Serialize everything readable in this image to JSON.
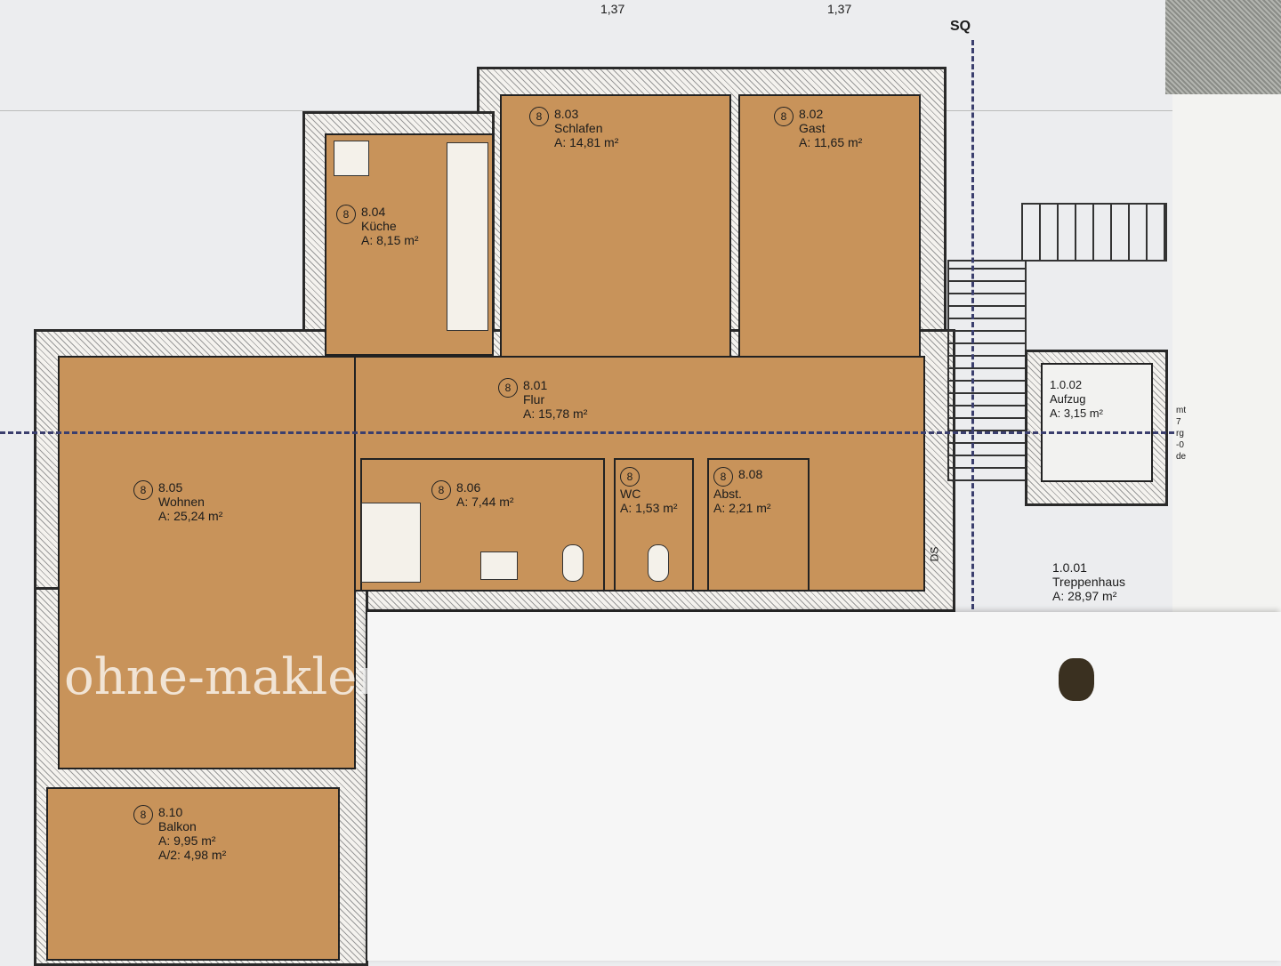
{
  "top_dimensions": [
    "1,37",
    "1,37"
  ],
  "section_marker": "SQ",
  "watermark": "ohne-makler",
  "rooms": [
    {
      "floor": "8",
      "id": "8.03",
      "name": "Schlafen",
      "area": "A: 14,81 m²"
    },
    {
      "floor": "8",
      "id": "8.02",
      "name": "Gast",
      "area": "A: 11,65 m²"
    },
    {
      "floor": "8",
      "id": "8.04",
      "name": "Küche",
      "area": "A: 8,15 m²"
    },
    {
      "floor": "8",
      "id": "8.01",
      "name": "Flur",
      "area": "A: 15,78 m²"
    },
    {
      "floor": "8",
      "id": "8.05",
      "name": "Wohnen",
      "area": "A: 25,24 m²"
    },
    {
      "floor": "8",
      "id": "8.06",
      "name": "",
      "area": "A: 7,44 m²"
    },
    {
      "floor": "8",
      "id": "",
      "name": "WC",
      "area": "A: 1,53 m²"
    },
    {
      "floor": "8",
      "id": "8.08",
      "name": "Abst.",
      "area": "A: 2,21 m²"
    },
    {
      "floor": "8",
      "id": "8.10",
      "name": "Balkon",
      "area": "A: 9,95 m²",
      "half_area": "A/2: 4,98 m²"
    },
    {
      "floor": "",
      "id": "1.0.02",
      "name": "Aufzug",
      "area": "A: 3,15 m²"
    },
    {
      "floor": "",
      "id": "1.0.01",
      "name": "Treppenhaus",
      "area": "A: 28,97 m²"
    }
  ],
  "ds_label": "DS",
  "side_text": [
    "mt",
    "7",
    "rg",
    "-0",
    "de"
  ]
}
